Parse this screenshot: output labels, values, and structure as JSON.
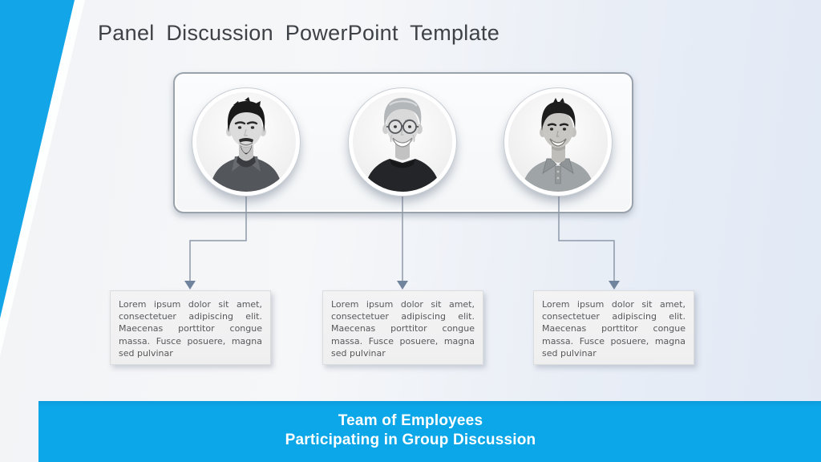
{
  "slide": {
    "title": "Panel Discussion PowerPoint Template",
    "accent_color": "#0BA7E9",
    "background_tint": "#E1E9F5"
  },
  "panelists": [
    {
      "photo_icon": "man-dark-hair-goatee-portrait"
    },
    {
      "photo_icon": "older-man-glasses-portrait"
    },
    {
      "photo_icon": "young-man-polo-portrait"
    }
  ],
  "callouts": [
    {
      "text": "Lorem ipsum dolor sit amet, consectetuer adipiscing elit. Maecenas porttitor congue massa. Fusce posuere, magna sed pulvinar"
    },
    {
      "text": "Lorem ipsum dolor sit amet, consectetuer adipiscing elit. Maecenas porttitor congue massa. Fusce posuere, magna sed pulvinar"
    },
    {
      "text": "Lorem ipsum dolor sit amet, consectetuer adipiscing elit. Maecenas porttitor congue massa. Fusce posuere, magna sed pulvinar"
    }
  ],
  "footer": {
    "line1": "Team of Employees",
    "line2": "Participating in Group Discussion",
    "background_color": "#0BA7E9",
    "text_color": "#FFFFFF"
  }
}
